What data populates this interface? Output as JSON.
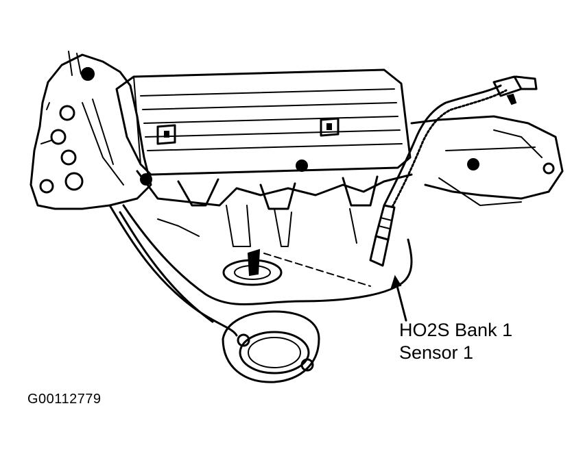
{
  "callout": {
    "line1": "HO2S Bank 1",
    "line2": "Sensor 1"
  },
  "figure_id": "G00112779",
  "colors": {
    "ink": "#000000",
    "paper": "#ffffff"
  }
}
